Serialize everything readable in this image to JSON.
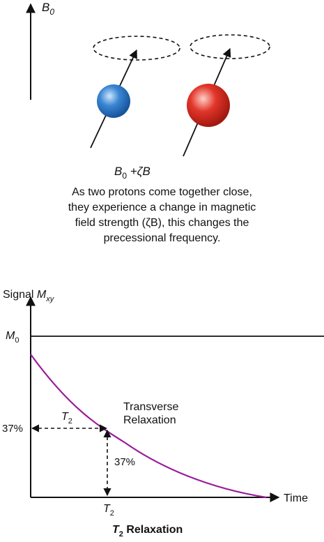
{
  "top_diagram": {
    "b0_symbol": "B",
    "b0_sub": "0",
    "field_label": {
      "b": "B",
      "sub": "0",
      "rest": " +ζB"
    },
    "caption_lines": [
      "As two protons come together close,",
      "they experience a change in magnetic",
      "field strength (ζB), this changes the",
      "precessional frequency."
    ],
    "proton_colors": {
      "left": "#3a86d4",
      "right": "#e2362a"
    }
  },
  "graph": {
    "y_axis_label": {
      "text": "Signal ",
      "italic": "M",
      "sub": "xy"
    },
    "m0_label": {
      "italic": "M",
      "sub": "0"
    },
    "percent_left": "37%",
    "percent_drop": "37%",
    "t2_top": {
      "italic": "T",
      "sub": "2"
    },
    "t2_bottom": {
      "italic": "T",
      "sub": "2"
    },
    "curve_label_lines": [
      "Transverse",
      "Relaxation"
    ],
    "x_axis_label": "Time",
    "title": {
      "t": "T",
      "sub": "2",
      "rest": " Relaxation"
    },
    "curve_color": "#9a1d9a"
  }
}
